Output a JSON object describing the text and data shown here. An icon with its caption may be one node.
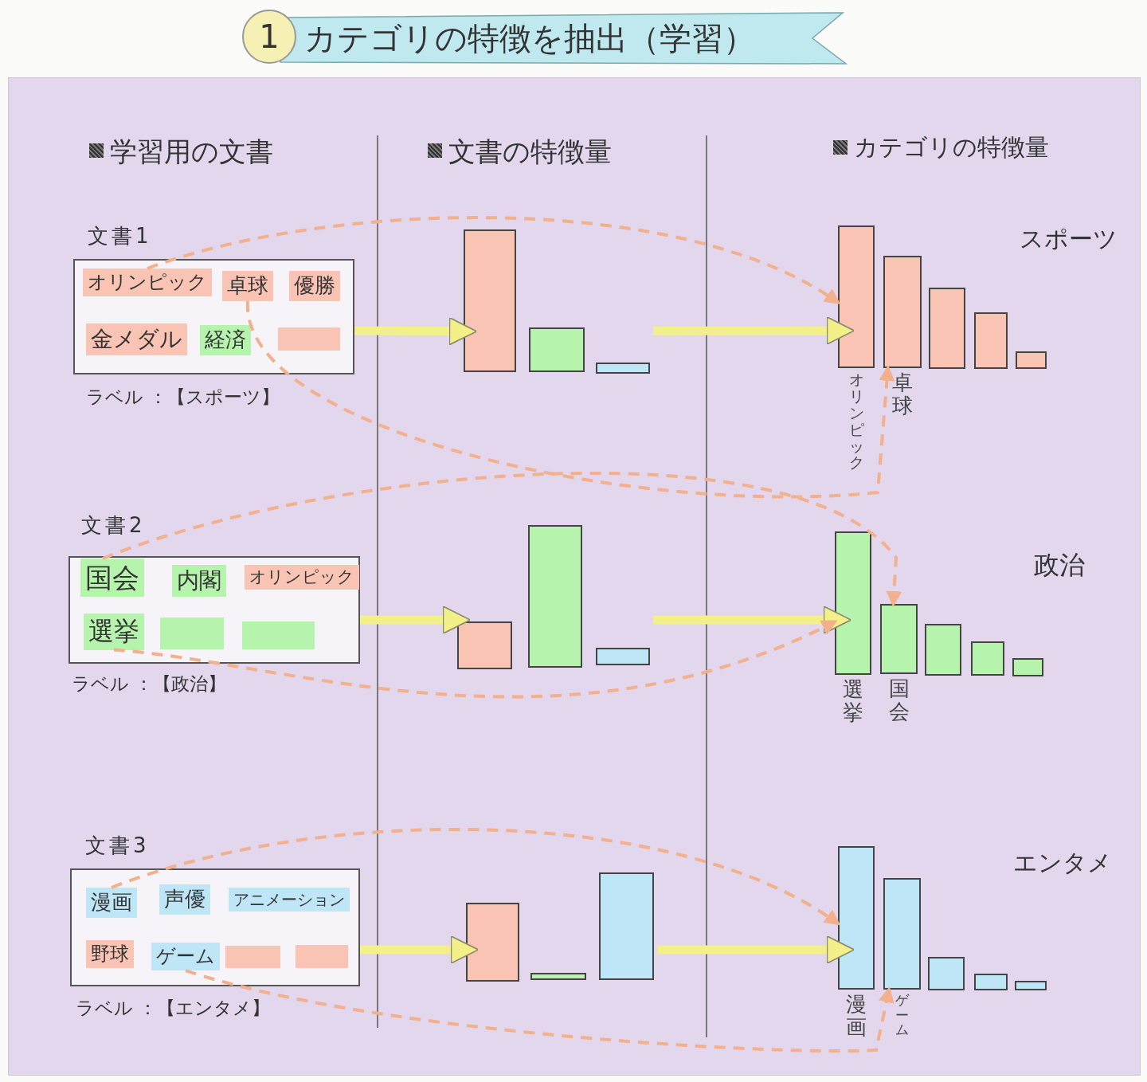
{
  "diagram": {
    "title": "カテゴリの特徴を抽出（学習）",
    "nodes": [
      {
        "text": [
          "文書1"
        ],
        "beside": [
          "ラベル ：【スポーツ】"
        ]
      },
      {
        "text": [
          "オリンピック"
        ],
        "in": 0
      },
      {
        "text": [
          "卓球"
        ],
        "in": 0
      },
      {
        "text": [
          "優勝"
        ],
        "in": 0
      },
      {
        "text": [
          "金メダル"
        ],
        "in": 0
      },
      {
        "text": [
          "経済"
        ],
        "in": 0
      },
      {
        "text": [],
        "shape": "box",
        "in": 0
      },
      {
        "text": [],
        "shape": "chart"
      },
      {
        "text": [],
        "shape": "bar",
        "beside": [
          "オリンピック"
        ]
      },
      {
        "text": [],
        "shape": "bar",
        "beside": [
          "卓球"
        ]
      },
      {
        "text": [],
        "shape": "bar"
      },
      {
        "text": [],
        "shape": "bar"
      },
      {
        "text": [],
        "shape": "bar"
      },
      {
        "text": [
          "文書2"
        ],
        "beside": [
          "ラベル ：【政治】"
        ]
      },
      {
        "text": [
          "国会"
        ],
        "in": 13
      },
      {
        "text": [
          "内閣"
        ],
        "in": 13
      },
      {
        "text": [
          "オリンピック"
        ],
        "in": 13
      },
      {
        "text": [
          "選挙"
        ],
        "in": 13
      },
      {
        "text": [],
        "shape": "box",
        "in": 13
      },
      {
        "text": [],
        "shape": "box",
        "in": 13
      },
      {
        "text": [],
        "shape": "chart"
      },
      {
        "text": [],
        "shape": "bar",
        "beside": [
          "選挙"
        ]
      },
      {
        "text": [],
        "shape": "bar",
        "beside": [
          "国会"
        ]
      },
      {
        "text": [],
        "shape": "bar"
      },
      {
        "text": [],
        "shape": "bar"
      },
      {
        "text": [],
        "shape": "bar"
      },
      {
        "text": [
          "文書3"
        ],
        "beside": [
          "ラベル ：【エンタメ】"
        ]
      },
      {
        "text": [
          "漫画"
        ],
        "in": 26
      },
      {
        "text": [
          "声優"
        ],
        "in": 26
      },
      {
        "text": [
          "アニメーション"
        ],
        "in": 26
      },
      {
        "text": [
          "野球"
        ],
        "in": 26
      },
      {
        "text": [
          "ゲーム"
        ],
        "in": 26
      },
      {
        "text": [],
        "shape": "box",
        "in": 26
      },
      {
        "text": [],
        "shape": "box",
        "in": 26
      },
      {
        "text": [],
        "shape": "chart"
      },
      {
        "text": [],
        "shape": "bar",
        "beside": [
          "漫画"
        ]
      },
      {
        "text": [],
        "shape": "bar",
        "beside": [
          "ゲーム"
        ]
      },
      {
        "text": [],
        "shape": "bar"
      },
      {
        "text": [],
        "shape": "bar"
      },
      {
        "text": [],
        "shape": "bar"
      }
    ],
    "edges": [
      {
        "from": 0,
        "to": 7,
        "arrow": "to",
        "style": "thick",
        "color": "#f3f08a"
      },
      {
        "from": 7,
        "to": 8,
        "arrow": "to",
        "style": "thick",
        "color": "#f3f08a"
      },
      {
        "from": 1,
        "to": 8,
        "arrow": "to",
        "style": "dashed",
        "color": "#f2b08c"
      },
      {
        "from": 2,
        "to": 9,
        "arrow": "to",
        "style": "dashed",
        "color": "#f2b08c"
      },
      {
        "from": 13,
        "to": 20,
        "arrow": "to",
        "style": "thick",
        "color": "#f3f08a"
      },
      {
        "from": 20,
        "to": 21,
        "arrow": "to",
        "style": "thick",
        "color": "#f3f08a"
      },
      {
        "from": 14,
        "to": 22,
        "arrow": "to",
        "style": "dashed",
        "color": "#f2b08c"
      },
      {
        "from": 17,
        "to": 21,
        "arrow": "to",
        "style": "dashed",
        "color": "#f2b08c"
      },
      {
        "from": 26,
        "to": 34,
        "arrow": "to",
        "style": "thick",
        "color": "#f3f08a"
      },
      {
        "from": 34,
        "to": 35,
        "arrow": "to",
        "style": "thick",
        "color": "#f3f08a"
      },
      {
        "from": 27,
        "to": 35,
        "arrow": "to",
        "style": "dashed",
        "color": "#f2b08c"
      },
      {
        "from": 31,
        "to": 36,
        "arrow": "to",
        "style": "dashed",
        "color": "#f2b08c"
      }
    ],
    "labels": [
      "1",
      "学習用の文書",
      "文書の特徴量",
      "カテゴリの特徴量",
      "スポーツ",
      "政治",
      "エンタメ"
    ]
  }
}
